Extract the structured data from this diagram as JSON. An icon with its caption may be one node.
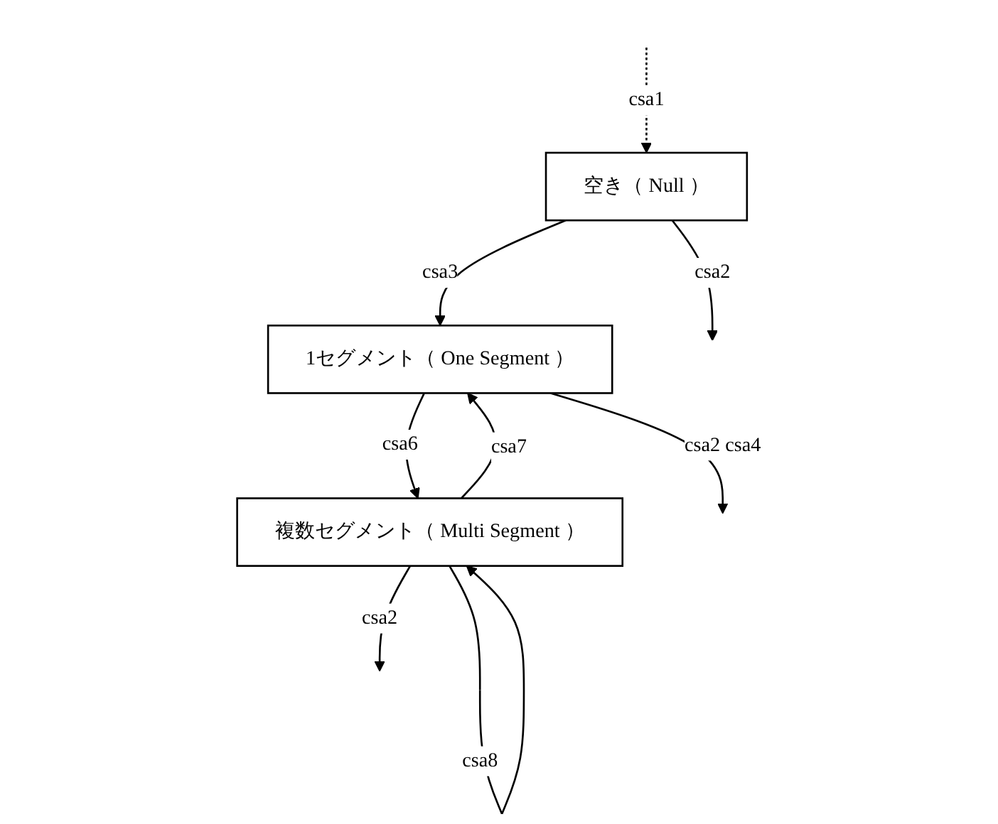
{
  "diagram": {
    "nodes": [
      {
        "text": [
          "空き（ Null ）"
        ]
      },
      {
        "text": [
          "1セグメント（ One Segment ）"
        ]
      },
      {
        "text": [
          "複数セグメント（ Multi Segment ）"
        ]
      }
    ],
    "edges": [
      {
        "from": null,
        "to": 0,
        "arrow": "to",
        "label": "csa1",
        "style": "dashed"
      },
      {
        "from": 0,
        "to": null,
        "arrow": "to",
        "label": "csa2"
      },
      {
        "from": 0,
        "to": 1,
        "arrow": "to",
        "label": "csa3"
      },
      {
        "from": 1,
        "to": null,
        "arrow": "to",
        "label": "csa2 csa4"
      },
      {
        "from": 1,
        "to": 2,
        "arrow": "to",
        "label": "csa6"
      },
      {
        "from": 2,
        "to": 1,
        "arrow": "to",
        "label": "csa7"
      },
      {
        "from": 2,
        "to": null,
        "arrow": "to",
        "label": "csa2"
      },
      {
        "from": 2,
        "to": 2,
        "arrow": "to",
        "label": "csa8"
      }
    ]
  }
}
